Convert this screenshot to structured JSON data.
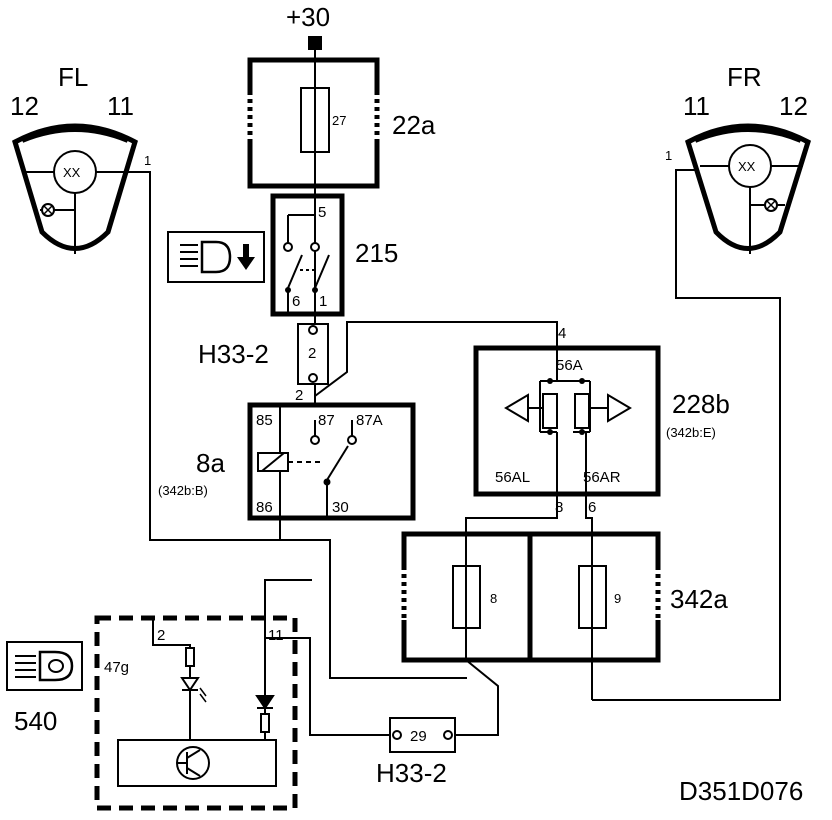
{
  "supply": "+30",
  "fuse_box_top": {
    "code": "22a",
    "fuse": "27"
  },
  "switch_215": {
    "code": "215",
    "pin_top": "5",
    "pin_left": "6",
    "pin_right": "1"
  },
  "connector_upper": {
    "code": "H33-2",
    "pin": "2"
  },
  "relay_8a": {
    "code": "8a",
    "ref": "(342b:B)",
    "p85": "85",
    "p87": "87",
    "p87a": "87A",
    "p86": "86",
    "p30": "30",
    "lead": "2"
  },
  "flasher_228b": {
    "code": "228b",
    "ref": "(342b:E)",
    "p56a": "56A",
    "p56al": "56AL",
    "p56ar": "56AR",
    "pin_in": "4",
    "pin_l": "8",
    "pin_r": "6"
  },
  "fuse_box_342a": {
    "code": "342a",
    "fuse_l": "8",
    "fuse_r": "9"
  },
  "lamp_fl": {
    "label": "FL",
    "left_num": "12",
    "right_num": "11",
    "pin": "1",
    "bulb": "XX"
  },
  "lamp_fr": {
    "label": "FR",
    "left_num": "11",
    "right_num": "12",
    "pin": "1",
    "bulb": "XX"
  },
  "instrument_47g": {
    "code": "47g",
    "pin_l": "2",
    "pin_r": "11"
  },
  "connector_lower": {
    "code": "H33-2",
    "pin": "29"
  },
  "indicator_540": {
    "code": "540"
  },
  "diagram_id": "D351D076"
}
